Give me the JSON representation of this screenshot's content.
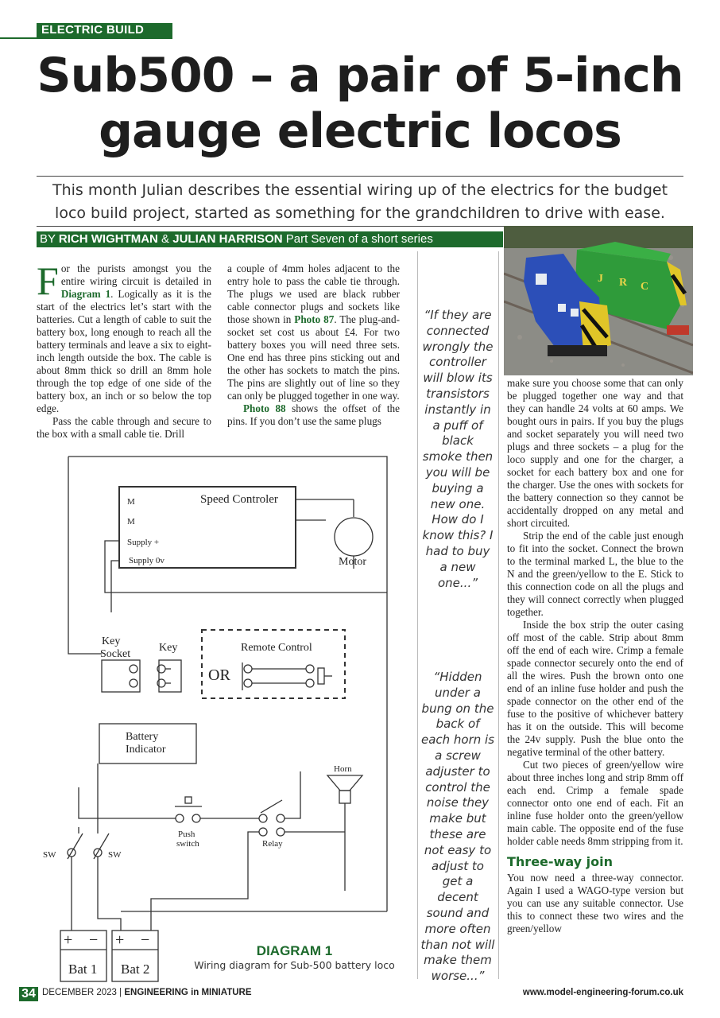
{
  "header": {
    "kicker": "ELECTRIC BUILD",
    "title_line1": "Sub500 – a pair of 5-inch",
    "title_line2": "gauge electric locos",
    "standfirst": "This month Julian describes the essential wiring up of the electrics for the budget loco build project, started as something for the grandchildren to drive with ease.",
    "byline_prefix": "BY ",
    "author1": "RICH WIGHTMAN",
    "byline_and": " & ",
    "author2": "JULIAN HARRISON",
    "byline_suffix": " Part Seven of a short series"
  },
  "col1": {
    "dropcap": "F",
    "p1_a": "or the purists amongst you the entire wiring circuit is detailed in ",
    "p1_ref": "Diagram 1",
    "p1_b": ". Logically as it is the start of the electrics let’s start with the batteries. Cut a length of cable to suit the battery box, long enough to reach all the battery terminals and leave a six to eight-inch length outside the box. The cable is about 8mm thick so drill an 8mm hole through the top edge of one side of the battery box, an inch or so below the top edge.",
    "p2": "Pass the cable through and secure to the box with a small cable tie. Drill"
  },
  "col2": {
    "p1_a": "a couple of 4mm holes adjacent to the entry hole to pass the cable tie through. The plugs we used are black rubber cable connector plugs and sockets like those shown in ",
    "p1_ref": "Photo 87",
    "p1_b": ". The plug-and-socket set cost us about £4. For two battery boxes you will need three sets. One end has three pins sticking out and the other has sockets to match the pins. The pins are slightly out of line so they can only be plugged together in one way.",
    "p2_ref": "Photo 88",
    "p2_b": " shows the offset of the pins. If you don’t use the same plugs"
  },
  "quotes": {
    "q1": "“If they are connected wrongly the controller will blow its transistors instantly in a puff of black smoke then you will be buying a new one. How do I know this? I had to buy a new one...”",
    "q2": "“Hidden under a bung on the back of each horn is a screw adjuster to control the noise they make but these are not easy to adjust to get a decent sound and more often than not will make them worse...”"
  },
  "col4": {
    "p1": "make sure you choose some that can only be plugged together one way and that they can handle 24 volts at 60 amps. We bought ours in pairs. If you buy the plugs and socket separately you will need two plugs and three sockets – a plug for the loco supply and one for the charger, a socket for each battery box and one for the charger. Use the ones with sockets for the battery connection so they cannot be accidentally dropped on any metal and short circuited.",
    "p2": "Strip the end of the cable just enough to fit into the socket. Connect the brown to the terminal marked L, the blue to the N and the green/yellow to the E. Stick to this connection code on all the plugs and they will connect correctly when plugged together.",
    "p3": "Inside the box strip the outer casing off most of the cable. Strip about 8mm off the end of each wire. Crimp a female spade connector securely onto the end of all the wires. Push the brown onto one end of an inline fuse holder and push the spade connector on the other end of the fuse to the positive of whichever battery has it on the outside. This will become the 24v supply. Push the blue onto the negative terminal of the other battery.",
    "p4": "Cut two pieces of green/yellow wire about three inches long and strip 8mm off each end. Crimp a female spade connector onto one end of each. Fit an inline fuse holder onto the green/yellow main cable. The opposite end of the fuse holder cable needs 8mm stripping from it.",
    "subhead": "Three-way join",
    "p5": "You now need a three-way connector. Again I used a WAGO-type version but you can use any suitable connector. Use this to connect these two wires and the green/yellow"
  },
  "photo": {
    "loco1_letters": [
      "J",
      "R",
      "C"
    ]
  },
  "diagram": {
    "label": "DIAGRAM 1",
    "caption": "Wiring diagram for Sub-500 battery loco",
    "controller_title": "Speed Controler",
    "term_m1": "M",
    "term_m2": "M",
    "term_supply_plus": "Supply +",
    "term_supply_0v": "Supply 0v",
    "motor": "Motor",
    "key_socket_l1": "Key",
    "key_socket_l2": "Socket",
    "key": "Key",
    "remote_control": "Remote Control",
    "or": "OR",
    "battery_indicator_l1": "Battery",
    "battery_indicator_l2": "Indicator",
    "horn": "Horn",
    "push_switch_l1": "Push",
    "push_switch_l2": "switch",
    "relay": "Relay",
    "sw1": "SW",
    "sw2": "SW",
    "plus": "+",
    "minus": "−",
    "bat1": "Bat 1",
    "bat2": "Bat 2"
  },
  "footer": {
    "page_number": "34",
    "issue": "DECEMBER 2023",
    "sep": " | ",
    "magazine": "ENGINEERING in MINIATURE",
    "website": "www.model-engineering-forum.co.uk"
  }
}
